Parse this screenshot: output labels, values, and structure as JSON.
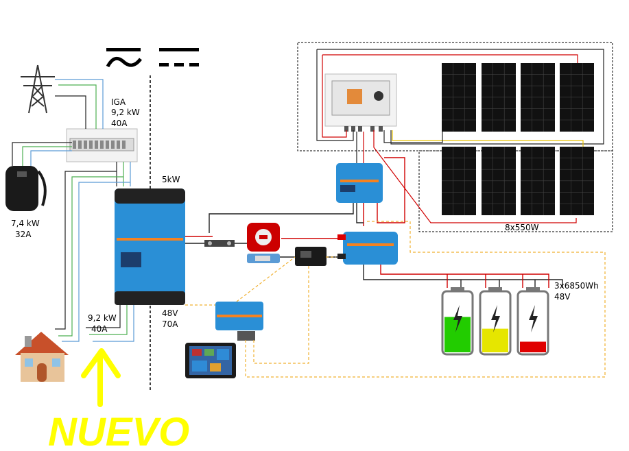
{
  "labels": {
    "iga_title": "IGA",
    "iga_power": "9,2 kW",
    "iga_current": "40A",
    "charger_power": "7,4 kW",
    "charger_current": "32A",
    "inverter_power": "5kW",
    "house_power": "9,2 kW",
    "house_current": "40A",
    "dc_voltage": "48V",
    "dc_current": "70A",
    "panels": "8x550W",
    "battery_capacity": "3x6850Wh",
    "battery_voltage": "48V",
    "handwritten": "NUEVO"
  },
  "batteries": [
    {
      "level": 0.6,
      "color": "#22cc00"
    },
    {
      "level": 0.4,
      "color": "#e6e600"
    },
    {
      "level": 0.18,
      "color": "#e00000"
    }
  ],
  "colors": {
    "inverter": "#2a8fd6",
    "mppt": "#2a8fd6",
    "ac_dark": "#222222",
    "ac_green": "#4caf50",
    "ac_blue": "#5b9bd5",
    "dc_red": "#d00000",
    "comm": "#f0b030",
    "panel": "#111111"
  },
  "icons": {
    "ac_symbol": "sine-wave-icon",
    "dc_symbol": "dc-dash-icon",
    "grid": "power-tower-icon",
    "house": "house-icon",
    "ev_charger": "ev-charger-icon",
    "battery_switch": "battery-switch-icon",
    "arrow": "up-arrow-icon"
  }
}
